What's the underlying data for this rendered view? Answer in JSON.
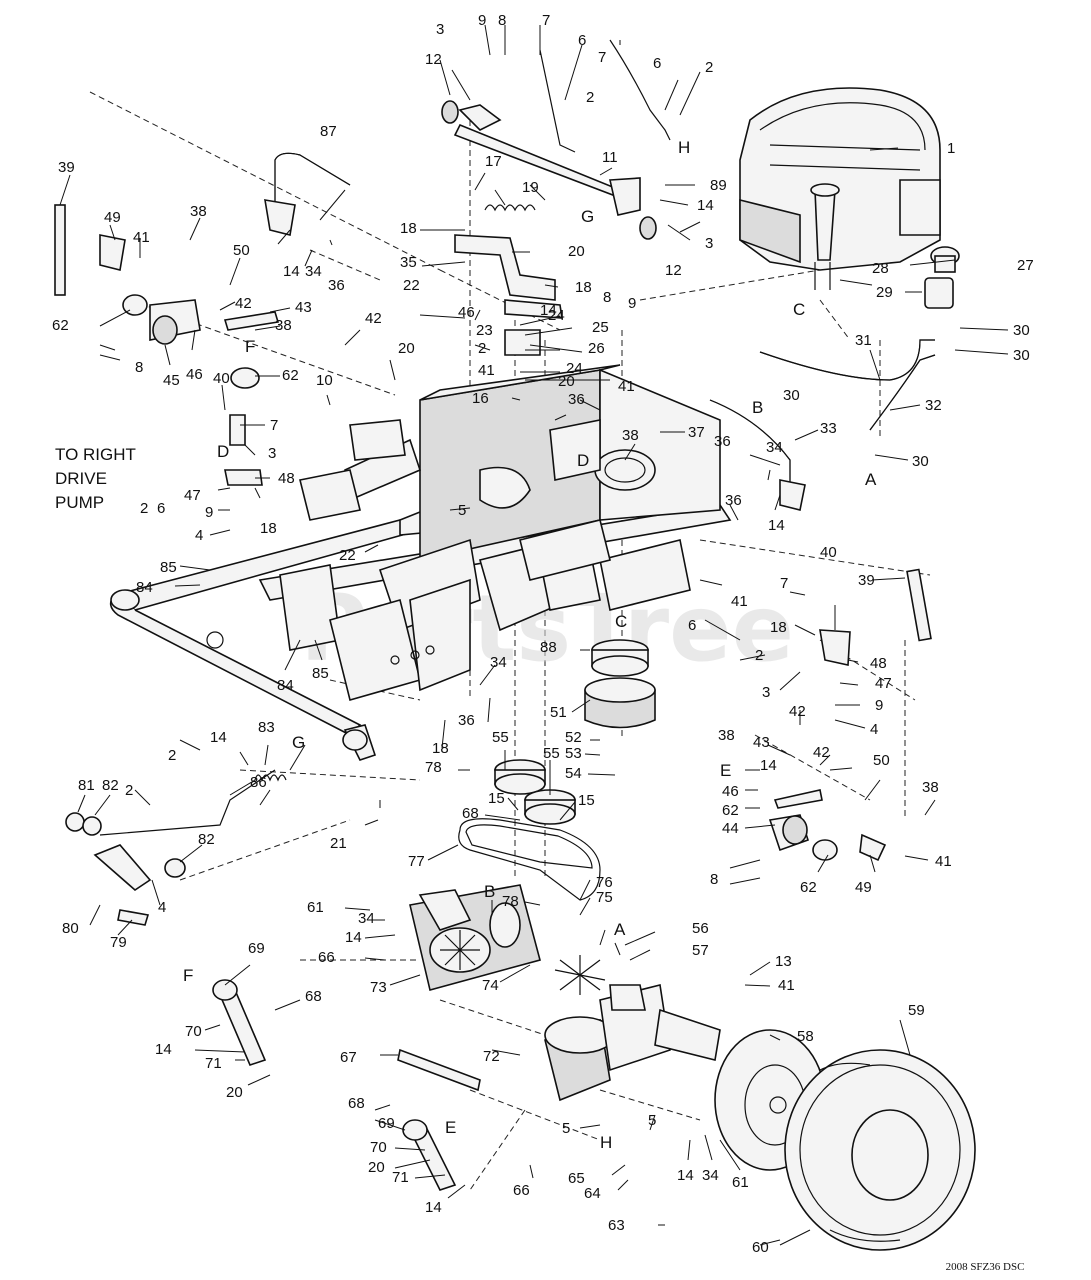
{
  "watermark": "PartsTree",
  "drawing_code": "2008 SFZ36 DSC",
  "note_lines": [
    "TO RIGHT",
    "DRIVE",
    "PUMP"
  ],
  "callouts": [
    {
      "id": "1",
      "label": "1"
    },
    {
      "id": "2a",
      "label": "2"
    },
    {
      "id": "2b",
      "label": "2"
    },
    {
      "id": "2c",
      "label": "2"
    },
    {
      "id": "2d",
      "label": "2"
    },
    {
      "id": "2e",
      "label": "2"
    },
    {
      "id": "2f",
      "label": "2"
    },
    {
      "id": "2g",
      "label": "2"
    },
    {
      "id": "3a",
      "label": "3"
    },
    {
      "id": "3b",
      "label": "3"
    },
    {
      "id": "3c",
      "label": "3"
    },
    {
      "id": "3d",
      "label": "3"
    },
    {
      "id": "4a",
      "label": "4"
    },
    {
      "id": "4b",
      "label": "4"
    },
    {
      "id": "4c",
      "label": "4"
    },
    {
      "id": "5a",
      "label": "5"
    },
    {
      "id": "5b",
      "label": "5"
    },
    {
      "id": "5c",
      "label": "5"
    },
    {
      "id": "6a",
      "label": "6"
    },
    {
      "id": "6b",
      "label": "6"
    },
    {
      "id": "6c",
      "label": "6"
    },
    {
      "id": "6d",
      "label": "6"
    },
    {
      "id": "7a",
      "label": "7"
    },
    {
      "id": "7b",
      "label": "7"
    },
    {
      "id": "7c",
      "label": "7"
    },
    {
      "id": "7d",
      "label": "7"
    },
    {
      "id": "8a",
      "label": "8"
    },
    {
      "id": "8b",
      "label": "8"
    },
    {
      "id": "8c",
      "label": "8"
    },
    {
      "id": "8d",
      "label": "8"
    },
    {
      "id": "9a",
      "label": "9"
    },
    {
      "id": "9b",
      "label": "9"
    },
    {
      "id": "9c",
      "label": "9"
    },
    {
      "id": "9d",
      "label": "9"
    },
    {
      "id": "10",
      "label": "10"
    },
    {
      "id": "11",
      "label": "11"
    },
    {
      "id": "12a",
      "label": "12"
    },
    {
      "id": "12b",
      "label": "12"
    },
    {
      "id": "13",
      "label": "13"
    },
    {
      "id": "14a",
      "label": "14"
    },
    {
      "id": "14b",
      "label": "14"
    },
    {
      "id": "14c",
      "label": "14"
    },
    {
      "id": "14d",
      "label": "14"
    },
    {
      "id": "14e",
      "label": "14"
    },
    {
      "id": "14f",
      "label": "14"
    },
    {
      "id": "14g",
      "label": "14"
    },
    {
      "id": "14h",
      "label": "14"
    },
    {
      "id": "14i",
      "label": "14"
    },
    {
      "id": "14j",
      "label": "14"
    },
    {
      "id": "15a",
      "label": "15"
    },
    {
      "id": "15b",
      "label": "15"
    },
    {
      "id": "16",
      "label": "16"
    },
    {
      "id": "17",
      "label": "17"
    },
    {
      "id": "18a",
      "label": "18"
    },
    {
      "id": "18b",
      "label": "18"
    },
    {
      "id": "18c",
      "label": "18"
    },
    {
      "id": "18d",
      "label": "18"
    },
    {
      "id": "18e",
      "label": "18"
    },
    {
      "id": "19",
      "label": "19"
    },
    {
      "id": "20a",
      "label": "20"
    },
    {
      "id": "20b",
      "label": "20"
    },
    {
      "id": "20c",
      "label": "20"
    },
    {
      "id": "20d",
      "label": "20"
    },
    {
      "id": "20e",
      "label": "20"
    },
    {
      "id": "21",
      "label": "21"
    },
    {
      "id": "22a",
      "label": "22"
    },
    {
      "id": "22b",
      "label": "22"
    },
    {
      "id": "23",
      "label": "23"
    },
    {
      "id": "24a",
      "label": "24"
    },
    {
      "id": "24b",
      "label": "24"
    },
    {
      "id": "25",
      "label": "25"
    },
    {
      "id": "26",
      "label": "26"
    },
    {
      "id": "27",
      "label": "27"
    },
    {
      "id": "28",
      "label": "28"
    },
    {
      "id": "29",
      "label": "29"
    },
    {
      "id": "30a",
      "label": "30"
    },
    {
      "id": "30b",
      "label": "30"
    },
    {
      "id": "30c",
      "label": "30"
    },
    {
      "id": "30d",
      "label": "30"
    },
    {
      "id": "31",
      "label": "31"
    },
    {
      "id": "32",
      "label": "32"
    },
    {
      "id": "33",
      "label": "33"
    },
    {
      "id": "34a",
      "label": "34"
    },
    {
      "id": "34b",
      "label": "34"
    },
    {
      "id": "34c",
      "label": "34"
    },
    {
      "id": "34d",
      "label": "34"
    },
    {
      "id": "34e",
      "label": "34"
    },
    {
      "id": "35",
      "label": "35"
    },
    {
      "id": "36a",
      "label": "36"
    },
    {
      "id": "36b",
      "label": "36"
    },
    {
      "id": "36c",
      "label": "36"
    },
    {
      "id": "36d",
      "label": "36"
    },
    {
      "id": "36e",
      "label": "36"
    },
    {
      "id": "37",
      "label": "37"
    },
    {
      "id": "38a",
      "label": "38"
    },
    {
      "id": "38b",
      "label": "38"
    },
    {
      "id": "38c",
      "label": "38"
    },
    {
      "id": "38d",
      "label": "38"
    },
    {
      "id": "38e",
      "label": "38"
    },
    {
      "id": "39a",
      "label": "39"
    },
    {
      "id": "39b",
      "label": "39"
    },
    {
      "id": "40a",
      "label": "40"
    },
    {
      "id": "40b",
      "label": "40"
    },
    {
      "id": "41a",
      "label": "41"
    },
    {
      "id": "41b",
      "label": "41"
    },
    {
      "id": "41c",
      "label": "41"
    },
    {
      "id": "41d",
      "label": "41"
    },
    {
      "id": "41e",
      "label": "41"
    },
    {
      "id": "41f",
      "label": "41"
    },
    {
      "id": "42a",
      "label": "42"
    },
    {
      "id": "42b",
      "label": "42"
    },
    {
      "id": "42c",
      "label": "42"
    },
    {
      "id": "42d",
      "label": "42"
    },
    {
      "id": "43a",
      "label": "43"
    },
    {
      "id": "43b",
      "label": "43"
    },
    {
      "id": "44",
      "label": "44"
    },
    {
      "id": "45",
      "label": "45"
    },
    {
      "id": "46a",
      "label": "46"
    },
    {
      "id": "46b",
      "label": "46"
    },
    {
      "id": "46c",
      "label": "46"
    },
    {
      "id": "47a",
      "label": "47"
    },
    {
      "id": "47b",
      "label": "47"
    },
    {
      "id": "48a",
      "label": "48"
    },
    {
      "id": "48b",
      "label": "48"
    },
    {
      "id": "49a",
      "label": "49"
    },
    {
      "id": "49b",
      "label": "49"
    },
    {
      "id": "50a",
      "label": "50"
    },
    {
      "id": "50b",
      "label": "50"
    },
    {
      "id": "51",
      "label": "51"
    },
    {
      "id": "52",
      "label": "52"
    },
    {
      "id": "53",
      "label": "53"
    },
    {
      "id": "54",
      "label": "54"
    },
    {
      "id": "55a",
      "label": "55"
    },
    {
      "id": "55b",
      "label": "55"
    },
    {
      "id": "56",
      "label": "56"
    },
    {
      "id": "57",
      "label": "57"
    },
    {
      "id": "58",
      "label": "58"
    },
    {
      "id": "59",
      "label": "59"
    },
    {
      "id": "60",
      "label": "60"
    },
    {
      "id": "61a",
      "label": "61"
    },
    {
      "id": "61b",
      "label": "61"
    },
    {
      "id": "62a",
      "label": "62"
    },
    {
      "id": "62b",
      "label": "62"
    },
    {
      "id": "62c",
      "label": "62"
    },
    {
      "id": "62d",
      "label": "62"
    },
    {
      "id": "63",
      "label": "63"
    },
    {
      "id": "64",
      "label": "64"
    },
    {
      "id": "65",
      "label": "65"
    },
    {
      "id": "66a",
      "label": "66"
    },
    {
      "id": "66b",
      "label": "66"
    },
    {
      "id": "67",
      "label": "67"
    },
    {
      "id": "68a",
      "label": "68"
    },
    {
      "id": "68b",
      "label": "68"
    },
    {
      "id": "68c",
      "label": "68"
    },
    {
      "id": "69a",
      "label": "69"
    },
    {
      "id": "69b",
      "label": "69"
    },
    {
      "id": "70a",
      "label": "70"
    },
    {
      "id": "70b",
      "label": "70"
    },
    {
      "id": "71a",
      "label": "71"
    },
    {
      "id": "71b",
      "label": "71"
    },
    {
      "id": "72",
      "label": "72"
    },
    {
      "id": "73",
      "label": "73"
    },
    {
      "id": "74",
      "label": "74"
    },
    {
      "id": "75",
      "label": "75"
    },
    {
      "id": "76",
      "label": "76"
    },
    {
      "id": "77",
      "label": "77"
    },
    {
      "id": "78a",
      "label": "78"
    },
    {
      "id": "78b",
      "label": "78"
    },
    {
      "id": "79",
      "label": "79"
    },
    {
      "id": "80",
      "label": "80"
    },
    {
      "id": "81",
      "label": "81"
    },
    {
      "id": "82a",
      "label": "82"
    },
    {
      "id": "82b",
      "label": "82"
    },
    {
      "id": "83",
      "label": "83"
    },
    {
      "id": "84a",
      "label": "84"
    },
    {
      "id": "84b",
      "label": "84"
    },
    {
      "id": "85a",
      "label": "85"
    },
    {
      "id": "85b",
      "label": "85"
    },
    {
      "id": "86",
      "label": "86"
    },
    {
      "id": "87",
      "label": "87"
    },
    {
      "id": "88",
      "label": "88"
    },
    {
      "id": "89",
      "label": "89"
    }
  ],
  "connector_letters": [
    {
      "id": "A1",
      "label": "A"
    },
    {
      "id": "A2",
      "label": "A"
    },
    {
      "id": "B1",
      "label": "B"
    },
    {
      "id": "B2",
      "label": "B"
    },
    {
      "id": "C1",
      "label": "C"
    },
    {
      "id": "C2",
      "label": "C"
    },
    {
      "id": "D1",
      "label": "D"
    },
    {
      "id": "D2",
      "label": "D"
    },
    {
      "id": "E1",
      "label": "E"
    },
    {
      "id": "E2",
      "label": "E"
    },
    {
      "id": "F1",
      "label": "F"
    },
    {
      "id": "F2",
      "label": "F"
    },
    {
      "id": "G1",
      "label": "G"
    },
    {
      "id": "G2",
      "label": "G"
    },
    {
      "id": "H1",
      "label": "H"
    },
    {
      "id": "H2",
      "label": "H"
    }
  ]
}
